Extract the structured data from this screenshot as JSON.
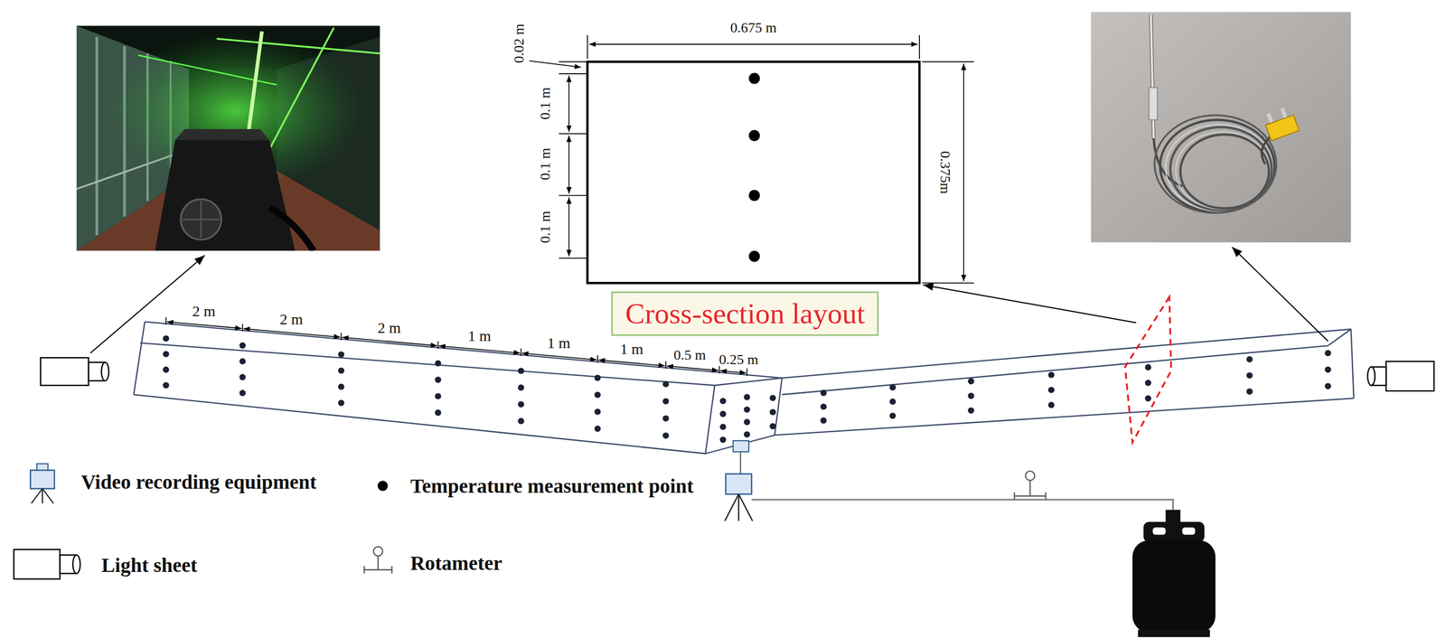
{
  "diagram": {
    "nodes": [
      {
        "text": [
          "Cross-section layout"
        ]
      }
    ],
    "labels": [
      "0.02 m",
      "0.675 m",
      "0.1 m",
      "0.1 m",
      "0.1 m",
      "0.375m",
      "2 m",
      "2 m",
      "2 m",
      "1 m",
      "1 m",
      "1 m",
      "0.5 m",
      "0.25 m"
    ],
    "legend": [
      {
        "text": "Video recording equipment"
      },
      {
        "text": "Temperature measurement point"
      },
      {
        "text": "Light sheet"
      },
      {
        "text": "Rotameter"
      }
    ]
  }
}
